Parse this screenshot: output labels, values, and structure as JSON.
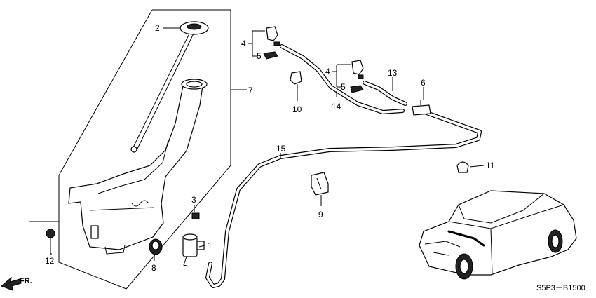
{
  "callouts": {
    "c1": "1",
    "c2": "2",
    "c3": "3",
    "c4a": "4",
    "c4b": "4",
    "c5a": "5",
    "c5b": "5",
    "c6": "6",
    "c7": "7",
    "c8": "8",
    "c9": "9",
    "c10": "10",
    "c11": "11",
    "c12": "12",
    "c13": "13",
    "c14": "14",
    "c15": "15"
  },
  "front_indicator": "FR.",
  "diagram_code": "S5P3－B1500"
}
